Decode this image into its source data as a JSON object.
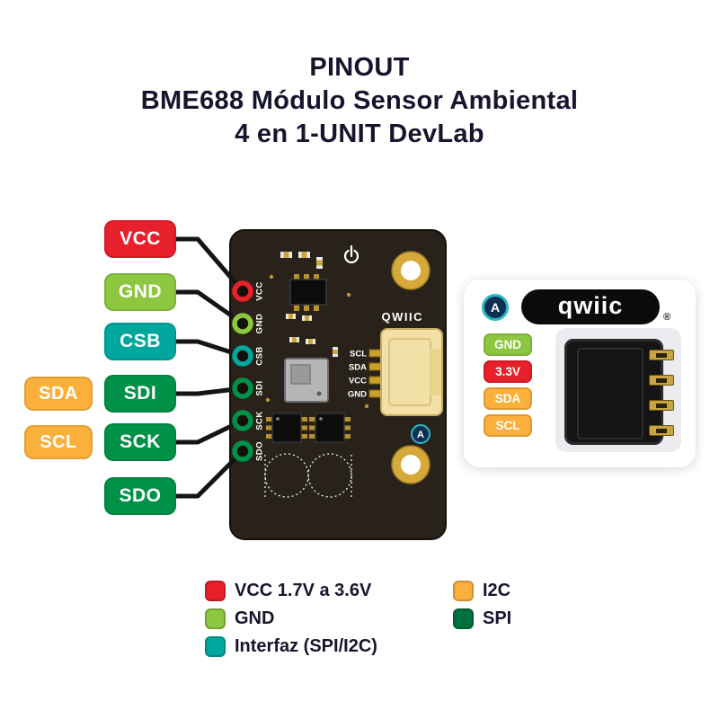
{
  "title": {
    "line1": "PINOUT",
    "line2": "BME688 Módulo Sensor Ambiental",
    "line3": "4 en 1-UNIT DevLab"
  },
  "colors": {
    "red": "#e8202b",
    "green_light": "#8dc63f",
    "teal": "#00a79d",
    "green": "#009149",
    "green_dark": "#00713e",
    "orange": "#fbb03b",
    "gold": "#d7a83a",
    "pcb": "#28221a",
    "text": "#15152e"
  },
  "pin_labels": {
    "main": [
      {
        "label": "VCC",
        "color": "#e8202b"
      },
      {
        "label": "GND",
        "color": "#8dc63f"
      },
      {
        "label": "CSB",
        "color": "#00a79d"
      },
      {
        "label": "SDI",
        "color": "#009149"
      },
      {
        "label": "SCK",
        "color": "#009149"
      },
      {
        "label": "SDO",
        "color": "#009149"
      }
    ],
    "alt": [
      {
        "label": "SDA",
        "color": "#fbb03b"
      },
      {
        "label": "SCL",
        "color": "#fbb03b"
      }
    ]
  },
  "board": {
    "pins": [
      "VCC",
      "GND",
      "CSB",
      "SDI",
      "SCK",
      "SDO"
    ],
    "connector_pins": [
      "SCL",
      "SDA",
      "VCC",
      "GND"
    ],
    "brand": "QWIIC",
    "logo_letter": "A"
  },
  "back_card": {
    "logo_letter": "A",
    "brand": "qwiic",
    "registered_mark": "®",
    "pins": [
      {
        "label": "GND",
        "color": "#8dc63f"
      },
      {
        "label": "3.3V",
        "color": "#e8202b"
      },
      {
        "label": "SDA",
        "color": "#fbb03b"
      },
      {
        "label": "SCL",
        "color": "#fbb03b"
      }
    ]
  },
  "legend": {
    "left": [
      {
        "label": "VCC 1.7V a 3.6V",
        "color": "#e8202b"
      },
      {
        "label": "GND",
        "color": "#8dc63f"
      },
      {
        "label": "Interfaz (SPI/I2C)",
        "color": "#00a79d"
      }
    ],
    "right": [
      {
        "label": "I2C",
        "color": "#fbb03b"
      },
      {
        "label": "SPI",
        "color": "#00713e"
      }
    ]
  }
}
